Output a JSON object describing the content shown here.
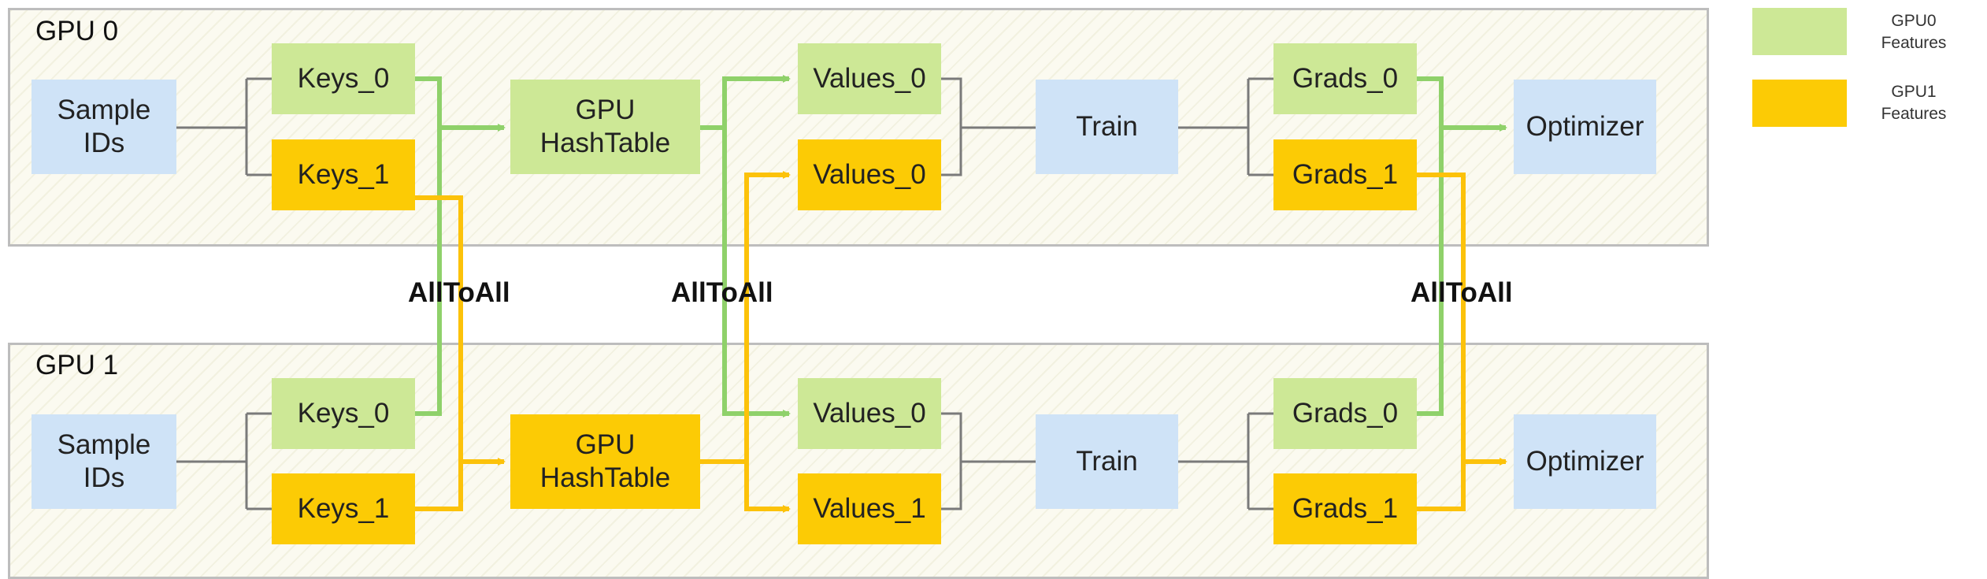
{
  "lanes": {
    "gpu0": "GPU 0",
    "gpu1": "GPU 1"
  },
  "nodes": {
    "sample_ids_0": "Sample\nIDs",
    "keys0_0": "Keys_0",
    "keys1_0": "Keys_1",
    "hashtable_0": "GPU\nHashTable",
    "values0_0": "Values_0",
    "values0b_0": "Values_0",
    "train_0": "Train",
    "grads0_0": "Grads_0",
    "grads1_0": "Grads_1",
    "optimizer_0": "Optimizer",
    "sample_ids_1": "Sample\nIDs",
    "keys0_1": "Keys_0",
    "keys1_1": "Keys_1",
    "hashtable_1": "GPU\nHashTable",
    "values0_1": "Values_0",
    "values1_1": "Values_1",
    "train_1": "Train",
    "grads0_1": "Grads_0",
    "grads1_1": "Grads_1",
    "optimizer_1": "Optimizer"
  },
  "labels": {
    "alltoall_1": "AllToAll",
    "alltoall_2": "AllToAll",
    "alltoall_3": "AllToAll"
  },
  "legend": {
    "gpu0": "GPU0\nFeatures",
    "gpu1": "GPU1\nFeatures"
  },
  "colors": {
    "id_box": "#cfe3f7",
    "gpu0_features": "#cde896",
    "gpu1_features": "#fccb05",
    "gpu0_line": "#8fd16a",
    "gpu1_line": "#fcc20a",
    "connector": "#7a7a7a"
  }
}
